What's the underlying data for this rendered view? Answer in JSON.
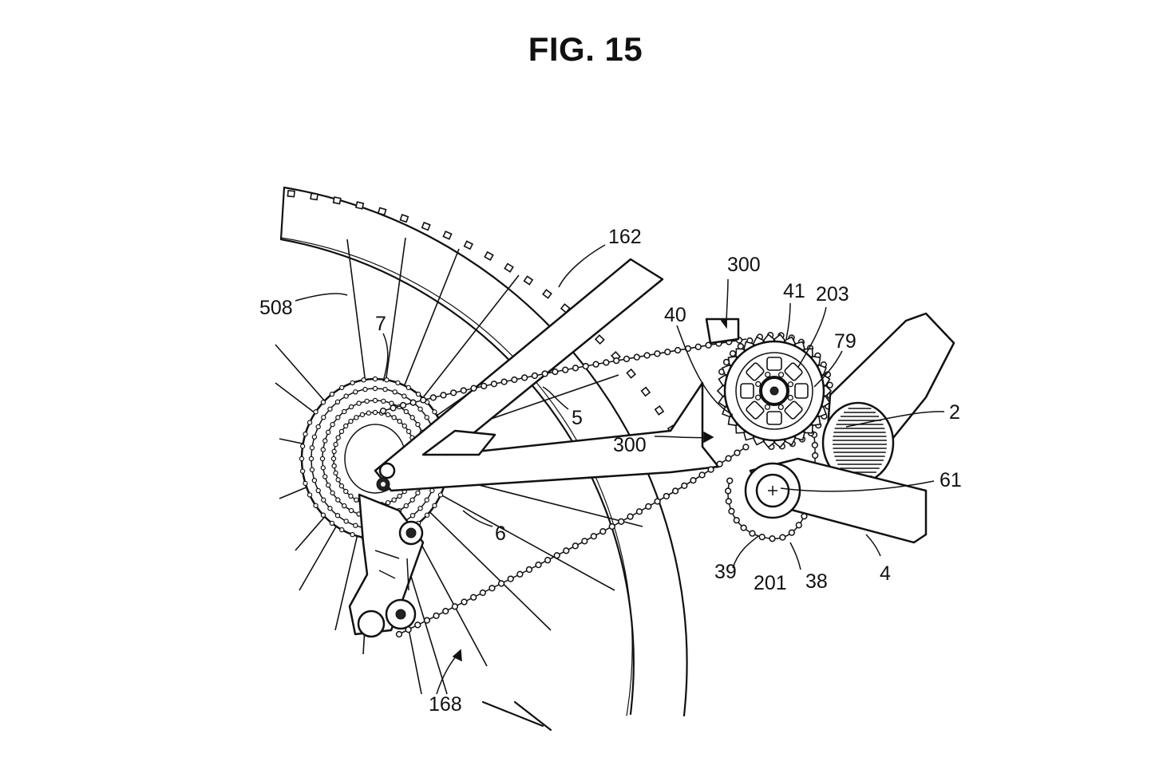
{
  "figure": {
    "title": "FIG. 15"
  },
  "labels": {
    "l162": "162",
    "l300_top": "300",
    "l41": "41",
    "l203": "203",
    "l79": "79",
    "l40": "40",
    "l508": "508",
    "l7": "7",
    "l5": "5",
    "l300_mid": "300",
    "l2": "2",
    "l61": "61",
    "l6": "6",
    "l39": "39",
    "l201": "201",
    "l38": "38",
    "l4": "4",
    "l168": "168"
  },
  "colors": {
    "line": "#111111",
    "background": "#ffffff"
  }
}
